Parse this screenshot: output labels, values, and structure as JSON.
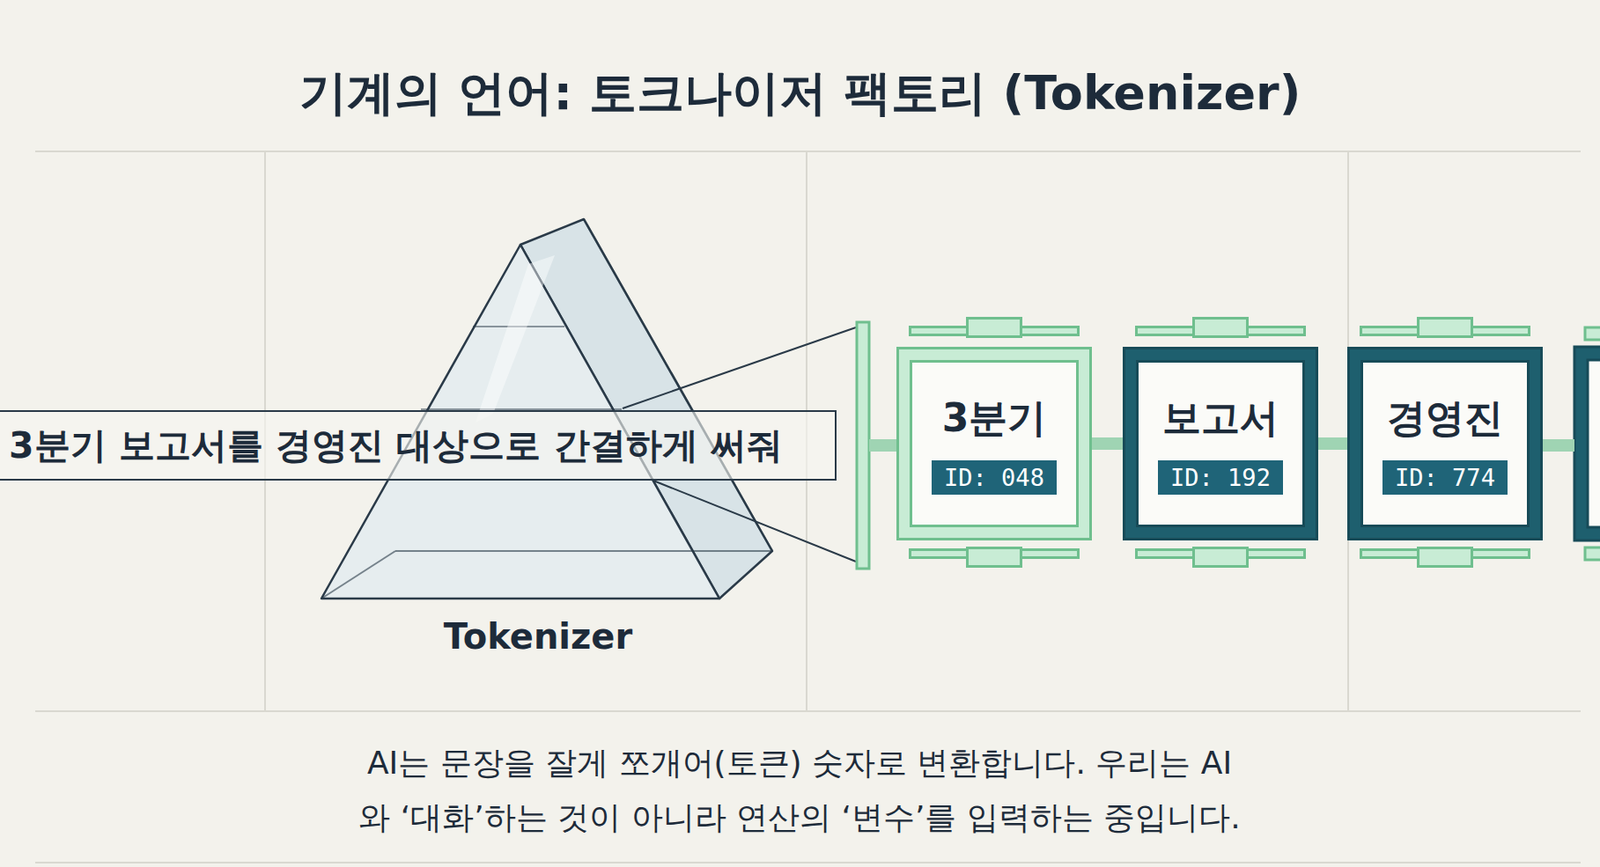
{
  "diagram": {
    "title": "기계의 언어: 토크나이저 팩토리 (Tokenizer)",
    "caption": "AI는 문장을 잘게 쪼개어(토큰) 숫자로 변환합니다. 우리는 AI와 ‘대화’하는 것이 아니라 연산의 ‘변수’를 입력하는 중입니다.",
    "nodes": [
      {
        "text": [
          "3분기 보고서를 경영진 대상으로 간결하게 써줘"
        ]
      },
      {
        "text": [
          "3분기",
          "ID: 048"
        ]
      },
      {
        "text": [
          "보고서",
          "ID: 192"
        ]
      },
      {
        "text": [
          "경영진",
          "ID: 774"
        ]
      }
    ],
    "edges": [
      {
        "from": 1,
        "to": 2,
        "arrow": "none"
      },
      {
        "from": 2,
        "to": 3,
        "arrow": "none"
      }
    ],
    "labels": [
      "Tokenizer"
    ]
  }
}
